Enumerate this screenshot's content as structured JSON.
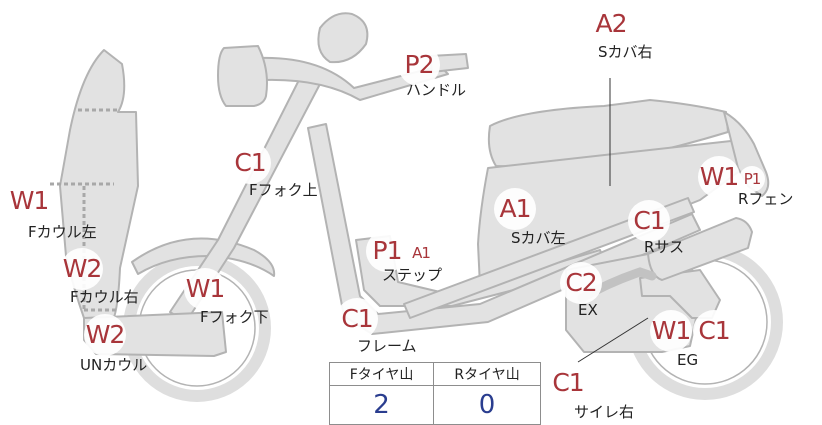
{
  "parts": {
    "p_handle": {
      "code": "P2",
      "label": "ハンドル"
    },
    "s_cover_right": {
      "code": "A2",
      "label": "Sカバ右"
    },
    "f_fork_upper": {
      "code": "C1",
      "label": "Fフォク上"
    },
    "f_cowl_left": {
      "code": "W1",
      "label": "Fカウル左"
    },
    "f_cowl_right": {
      "code": "W2",
      "label": "Fカウル右"
    },
    "f_fork_lower": {
      "code": "W1",
      "label": "Fフォク下"
    },
    "un_cowl": {
      "code": "W2",
      "label": "UNカウル"
    },
    "step": {
      "code": "P1",
      "code2": "A1",
      "label": "ステップ"
    },
    "frame": {
      "code": "C1",
      "label": "フレーム"
    },
    "s_cover_left": {
      "code": "A1",
      "label": "Sカバ左"
    },
    "r_fender": {
      "code": "W1",
      "code2": "P1",
      "label": "Rフェン"
    },
    "r_suspension": {
      "code": "C1",
      "label": "Rサス"
    },
    "exhaust": {
      "code": "C2",
      "label": "EX"
    },
    "engine": {
      "code": "W1",
      "code2": "C1",
      "label": "EG"
    },
    "silencer_right": {
      "code": "C1",
      "label": "サイレ右"
    }
  },
  "tire_table": {
    "front_header": "Fタイヤ山",
    "rear_header": "Rタイヤ山",
    "front_value": "2",
    "rear_value": "0"
  },
  "colors": {
    "part_fill": "#e2e2e2",
    "part_stroke": "#b3b3b3",
    "code_text": "#a8353a",
    "table_value": "#2a3d8f"
  }
}
